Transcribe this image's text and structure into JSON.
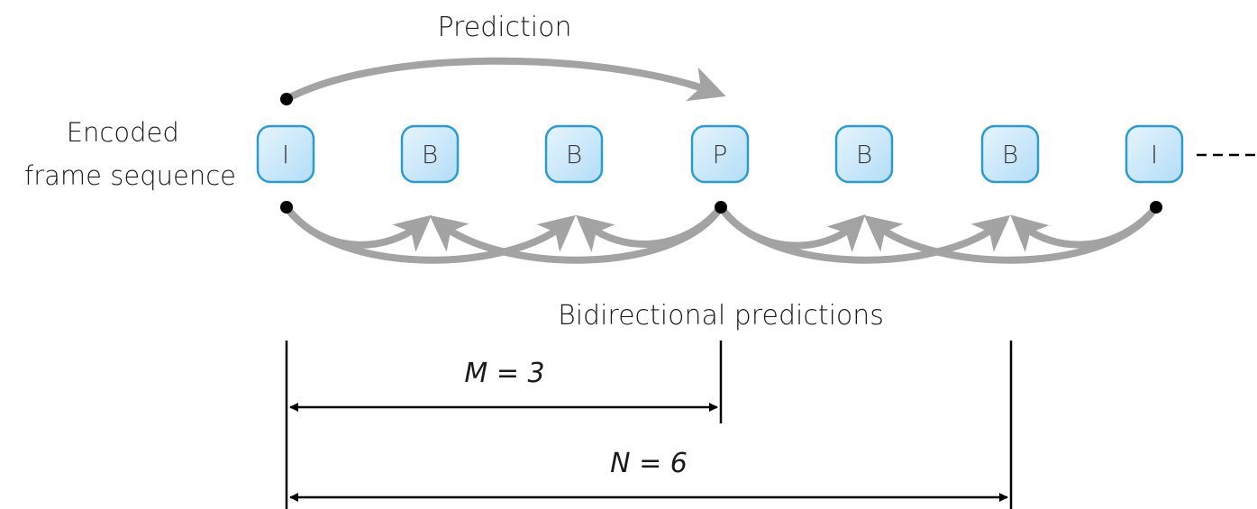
{
  "labels": {
    "prediction": "Prediction",
    "sequence_line1": "Encoded",
    "sequence_line2": "frame sequence",
    "bidirectional": "Bidirectional predictions",
    "m_label": "M = 3",
    "n_label": "N = 6"
  },
  "frames": [
    "I",
    "B",
    "B",
    "P",
    "B",
    "B",
    "I"
  ],
  "colors": {
    "frame_border": "#2a9bd6",
    "frame_fill_light": "#e6f4fd",
    "frame_fill_dark": "#b3ddf6",
    "arrow": "#a3a3a3"
  }
}
